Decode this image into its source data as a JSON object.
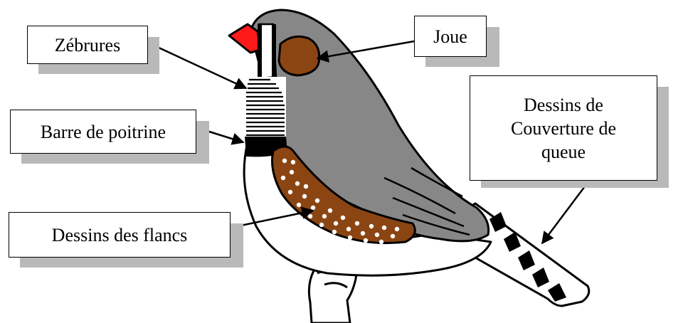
{
  "labels": {
    "zebrures": "Zébrures",
    "joue": "Joue",
    "barre_poitrine": "Barre de poitrine",
    "dessins_flancs": "Dessins des flancs",
    "couverture_queue": {
      "line1": "Dessins de",
      "line2": "Couverture de",
      "line3": "queue"
    }
  },
  "colors": {
    "body_grey": "#878787",
    "beak_red": "#ff1a1a",
    "cheek_brown": "#8b4513",
    "flank_brown": "#8b4513",
    "breast_bar": "#000000",
    "shadow": "#b9b9b9"
  }
}
